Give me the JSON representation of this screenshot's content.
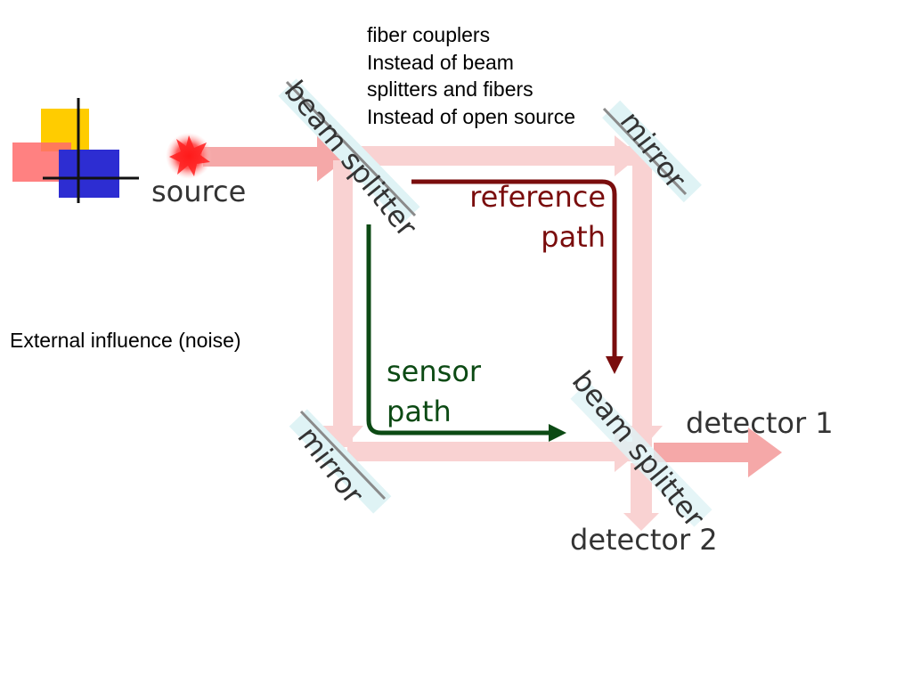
{
  "annotation": {
    "lines": [
      "fiber couplers",
      "Instead of beam",
      "splitters and fibers",
      "Instead of open source"
    ]
  },
  "noise_label": "External influence (noise)",
  "diagram": {
    "source": "source",
    "beam_splitter_top": "beam splitter",
    "beam_splitter_bottom": "beam splitter",
    "mirror_top": "mirror",
    "mirror_bottom": "mirror",
    "reference_path": [
      "reference",
      "path"
    ],
    "sensor_path": [
      "sensor",
      "path"
    ],
    "detector_1": "detector 1",
    "detector_2": "detector 2"
  },
  "colors": {
    "beam": "#f7c4c4",
    "reference": "#7a0d0d",
    "sensor": "#0c4a14",
    "optic_plate": "#dff3f5",
    "label": "#333333"
  }
}
